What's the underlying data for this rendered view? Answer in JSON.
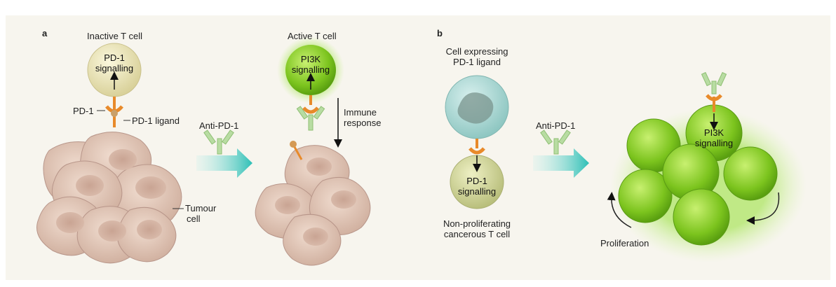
{
  "panel_a": {
    "letter": "a",
    "inactive_title": "Inactive T cell",
    "inactive_signal": [
      "PD-1",
      "signalling"
    ],
    "pd1_label": "PD-1",
    "pd1_ligand_label": "PD-1 ligand",
    "tumour_label": [
      "Tumour",
      "cell"
    ],
    "drug_label": "Anti-PD-1",
    "active_title": "Active T cell",
    "active_signal": [
      "PI3K",
      "signalling"
    ],
    "immune_label": [
      "Immune",
      "response"
    ]
  },
  "panel_b": {
    "letter": "b",
    "expressing_title": [
      "Cell expressing",
      "PD-1 ligand"
    ],
    "nonprolif_signal": [
      "PD-1",
      "signalling"
    ],
    "nonprolif_label": [
      "Non-proliferating",
      "cancerous T cell"
    ],
    "drug_label": "Anti-PD-1",
    "prolif_signal": [
      "PI3K",
      "signalling"
    ],
    "prolif_label": "Proliferation"
  },
  "colors": {
    "panel_bg": "#f7f5ee",
    "tumour": "#e3cbbe",
    "inactive_cell": "#efe9b8",
    "active_cell": "#8fd12c",
    "receptor": "#e88a2a",
    "antibody": "#b8dca2",
    "arrow": "#39c0b8"
  },
  "icons": [
    "antibody-icon",
    "receptor-icon",
    "arrow-right-icon",
    "curved-arrow-icon"
  ]
}
